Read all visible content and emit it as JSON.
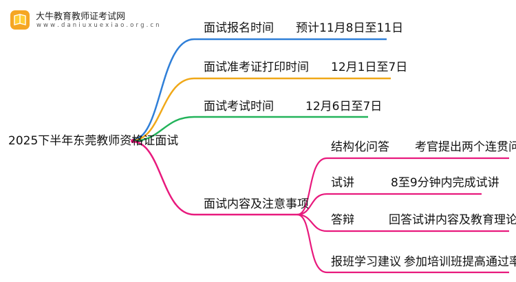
{
  "logo": {
    "title": "大牛教育教师证考试网",
    "url": "w w w . d a n i u x u e x i a o . o r g . c n",
    "colors": {
      "orange": "#f5a623",
      "gold": "#ffcc33"
    }
  },
  "mindmap": {
    "root": "2025下半年东莞教师资格证面试",
    "branches": [
      {
        "label": "面试报名时间",
        "value": "预计11月8日至11日",
        "color": "#2f7fd8"
      },
      {
        "label": "面试准考证打印时间",
        "value": "12月1日至7日",
        "color": "#f0a818"
      },
      {
        "label": "面试考试时间",
        "value": "12月6日至7日",
        "color": "#22b35a"
      },
      {
        "label": "面试内容及注意事项",
        "color": "#e8197d",
        "children": [
          {
            "label": "结构化问答",
            "value": "考官提出两个连贯问题"
          },
          {
            "label": "试讲",
            "value": "8至9分钟内完成试讲"
          },
          {
            "label": "答辩",
            "value": "回答试讲内容及教育理论问题"
          },
          {
            "label": "报班学习建议",
            "value": "参加培训班提高通过率"
          }
        ]
      }
    ]
  }
}
